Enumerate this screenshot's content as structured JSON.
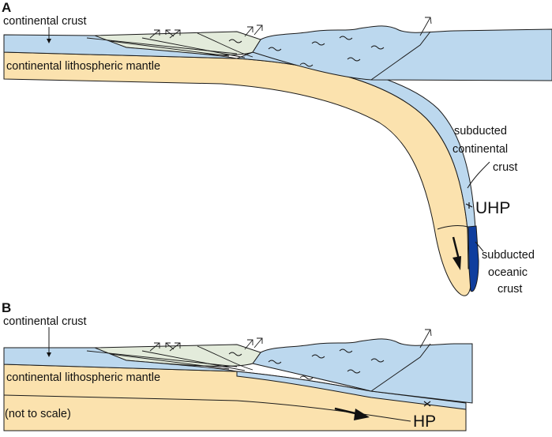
{
  "panels": {
    "a": {
      "letter": "A",
      "continental_crust": "continental crust",
      "mantle": "continental lithospheric mantle",
      "subducted_continental": [
        "subducted",
        "continental",
        "crust"
      ],
      "uhp": "UHP",
      "subducted_oceanic": [
        "subducted",
        "oceanic",
        "crust"
      ]
    },
    "b": {
      "letter": "B",
      "continental_crust": "continental crust",
      "mantle": "continental lithospheric mantle",
      "scale_note": "(not to scale)",
      "hp": "HP"
    }
  },
  "colors": {
    "crust": "#bcd8ee",
    "mantle": "#fbe2ae",
    "wedge": "#e3ebdb",
    "oceanic": "#0f3e9e",
    "outline": "#1a1a1a"
  }
}
